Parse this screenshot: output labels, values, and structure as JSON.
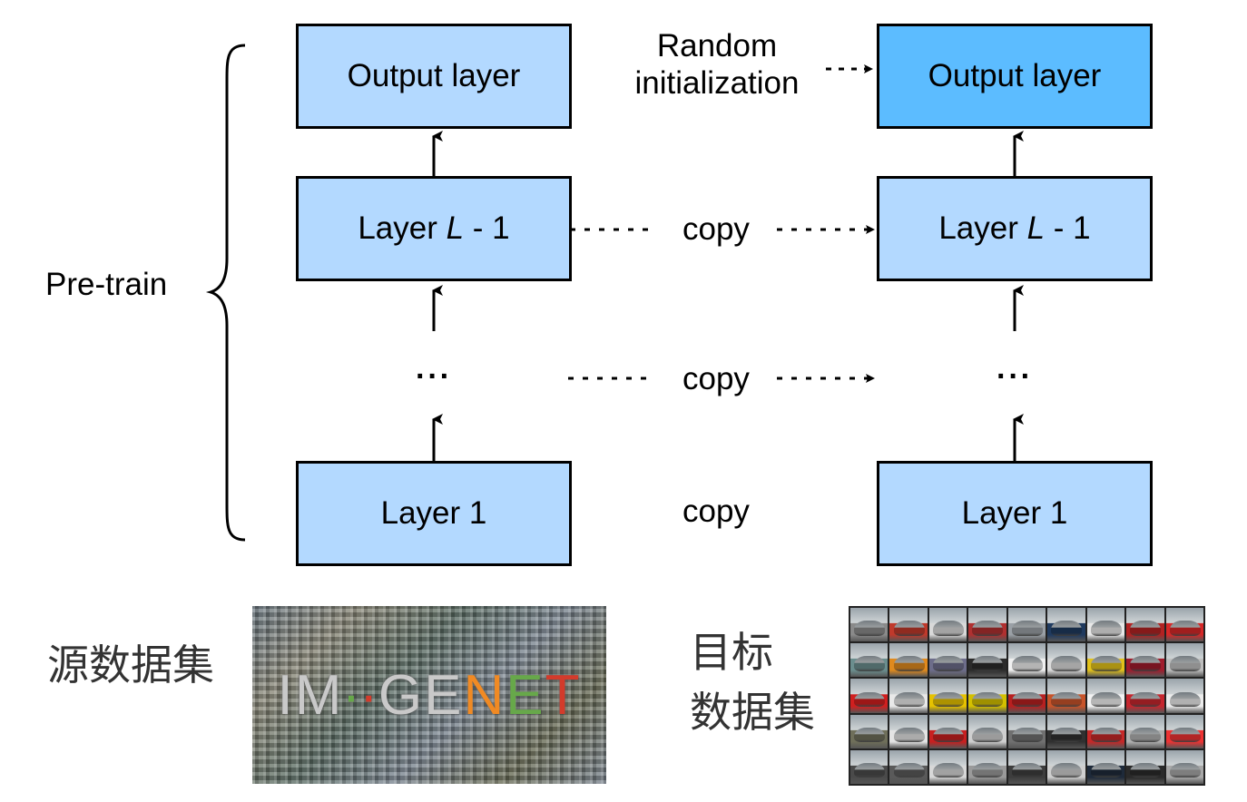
{
  "source_model": {
    "output_layer": "Output layer",
    "layer_l_prefix": "Layer ",
    "layer_l_var": "L",
    "layer_l_suffix": " - 1",
    "ellipsis": "···",
    "layer_1": "Layer 1",
    "dataset_label": "源数据集",
    "dataset_image_text": [
      "IM",
      "∙",
      "∙",
      "GE",
      "N",
      "E",
      "T"
    ]
  },
  "target_model": {
    "output_layer": "Output layer",
    "layer_l_prefix": "Layer ",
    "layer_l_var": "L",
    "layer_l_suffix": " - 1",
    "ellipsis": "···",
    "layer_1": "Layer 1",
    "dataset_label_line1": "目标",
    "dataset_label_line2": "数据集"
  },
  "transfer": {
    "random_init_line1": "Random",
    "random_init_line2": "initialization",
    "copy_label": "copy"
  },
  "pretrain_label": "Pre-train",
  "colors": {
    "source_box": "#b3d9ff",
    "target_output_box": "#5cbcff",
    "stroke": "#000000"
  },
  "car_colors": [
    "#8a8a8a",
    "#c0392b",
    "#d9d9d9",
    "#b03030",
    "#9aa0a6",
    "#1f3a5f",
    "#e8e8e8",
    "#b22222",
    "#d62828",
    "#6b8e8e",
    "#e08a1e",
    "#6d6d8a",
    "#2b2b2b",
    "#f0f0f0",
    "#dcdcdc",
    "#e3c21b",
    "#a01c2c",
    "#bfbfbf",
    "#d11f1f",
    "#e9e9e9",
    "#e6c200",
    "#d4c000",
    "#b82020",
    "#c8542a",
    "#f2f2f2",
    "#c6262e",
    "#ececec",
    "#6f6f5a",
    "#e4e4e4",
    "#c82020",
    "#cfcfcf",
    "#707070",
    "#303030",
    "#c62828",
    "#b0b0b0",
    "#ee3333",
    "#4a4a4a",
    "#5a5a5a",
    "#d8d8d8",
    "#9a9a9a",
    "#3d3d3d",
    "#cfcfcf",
    "#1e2a3a",
    "#2a2a2a",
    "#a8a8a8"
  ]
}
